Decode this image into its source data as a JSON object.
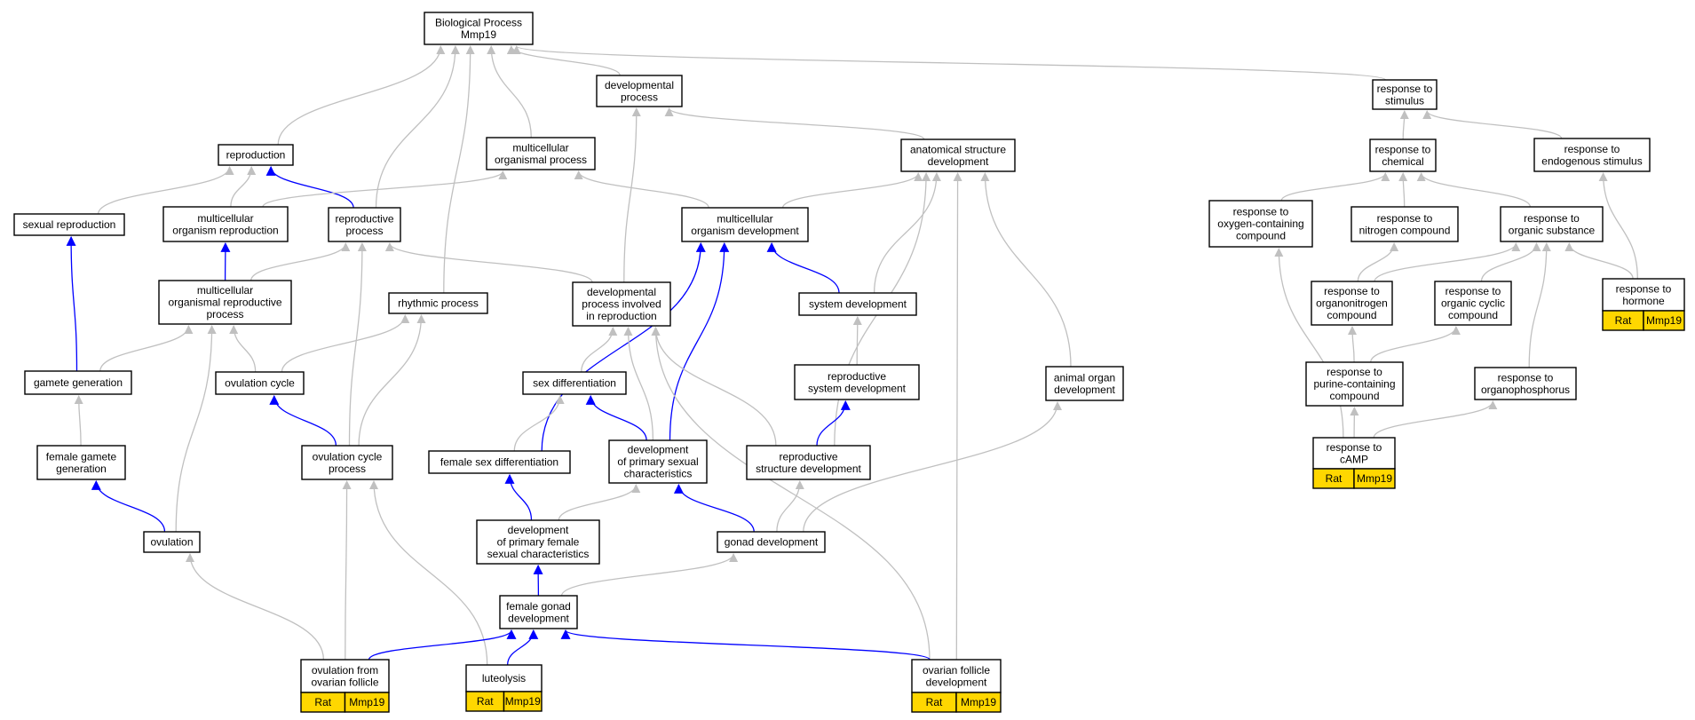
{
  "graph": {
    "colors": {
      "is_a_edge": "#c0c0c0",
      "part_of_edge": "#0000ff",
      "annotated_tag": "#ffd700",
      "node_border": "#000000",
      "background": "#ffffff"
    },
    "nodes": {
      "bp": {
        "lines": [
          "Biological Process",
          "Mmp19"
        ]
      },
      "dp": {
        "lines": [
          "developmental",
          "process"
        ]
      },
      "rts": {
        "lines": [
          "response to",
          "stimulus"
        ]
      },
      "rep": {
        "lines": [
          "reproduction"
        ]
      },
      "mop": {
        "lines": [
          "multicellular",
          "organismal process"
        ]
      },
      "asd": {
        "lines": [
          "anatomical structure",
          "development"
        ]
      },
      "rtc": {
        "lines": [
          "response to",
          "chemical"
        ]
      },
      "res": {
        "lines": [
          "response to",
          "endogenous stimulus"
        ]
      },
      "sr": {
        "lines": [
          "sexual reproduction"
        ]
      },
      "mor": {
        "lines": [
          "multicellular",
          "organism reproduction"
        ]
      },
      "rp": {
        "lines": [
          "reproductive",
          "process"
        ]
      },
      "mod": {
        "lines": [
          "multicellular",
          "organism development"
        ]
      },
      "rocc": {
        "lines": [
          "response to",
          "oxygen-containing",
          "compound"
        ]
      },
      "rnc": {
        "lines": [
          "response to",
          "nitrogen compound"
        ]
      },
      "ros": {
        "lines": [
          "response to",
          "organic substance"
        ]
      },
      "rth": {
        "lines": [
          "response to",
          "hormone"
        ],
        "tags": [
          "Rat",
          "Mmp19"
        ]
      },
      "morp": {
        "lines": [
          "multicellular",
          "organismal reproductive",
          "process"
        ]
      },
      "rhp": {
        "lines": [
          "rhythmic process"
        ]
      },
      "dpir": {
        "lines": [
          "developmental",
          "process involved",
          "in reproduction"
        ]
      },
      "sd": {
        "lines": [
          "system development"
        ]
      },
      "ronc": {
        "lines": [
          "response to",
          "organonitrogen",
          "compound"
        ]
      },
      "rocyc": {
        "lines": [
          "response to",
          "organic cyclic",
          "compound"
        ]
      },
      "gg": {
        "lines": [
          "gamete generation"
        ]
      },
      "oc": {
        "lines": [
          "ovulation cycle"
        ]
      },
      "sxd": {
        "lines": [
          "sex differentiation"
        ]
      },
      "rsd": {
        "lines": [
          "reproductive",
          "system development"
        ]
      },
      "aod": {
        "lines": [
          "animal organ",
          "development"
        ]
      },
      "rpcc": {
        "lines": [
          "response to",
          "purine-containing",
          "compound"
        ]
      },
      "rop": {
        "lines": [
          "response to",
          "organophosphorus"
        ]
      },
      "fgg": {
        "lines": [
          "female gamete",
          "generation"
        ]
      },
      "ocp": {
        "lines": [
          "ovulation cycle",
          "process"
        ]
      },
      "fsd": {
        "lines": [
          "female sex differentiation"
        ]
      },
      "dpsc": {
        "lines": [
          "development",
          "of primary sexual",
          "characteristics"
        ]
      },
      "rstd": {
        "lines": [
          "reproductive",
          "structure development"
        ]
      },
      "camp": {
        "lines": [
          "response to",
          "cAMP"
        ],
        "tags": [
          "Rat",
          "Mmp19"
        ]
      },
      "ov": {
        "lines": [
          "ovulation"
        ]
      },
      "dpfs": {
        "lines": [
          "development",
          "of primary female",
          "sexual characteristics"
        ]
      },
      "gd": {
        "lines": [
          "gonad development"
        ]
      },
      "fgd": {
        "lines": [
          "female gonad",
          "development"
        ]
      },
      "ovf": {
        "lines": [
          "ovulation from",
          "ovarian follicle"
        ],
        "tags": [
          "Rat",
          "Mmp19"
        ]
      },
      "lut": {
        "lines": [
          "luteolysis"
        ],
        "tags": [
          "Rat",
          "Mmp19"
        ]
      },
      "ofd": {
        "lines": [
          "ovarian follicle",
          "development"
        ],
        "tags": [
          "Rat",
          "Mmp19"
        ]
      }
    },
    "edges": [
      {
        "from": "dp",
        "to": "bp",
        "type": "is_a"
      },
      {
        "from": "rts",
        "to": "bp",
        "type": "is_a"
      },
      {
        "from": "rep",
        "to": "bp",
        "type": "is_a"
      },
      {
        "from": "mop",
        "to": "bp",
        "type": "is_a"
      },
      {
        "from": "rp",
        "to": "bp",
        "type": "is_a"
      },
      {
        "from": "rhp",
        "to": "bp",
        "type": "is_a"
      },
      {
        "from": "asd",
        "to": "dp",
        "type": "is_a"
      },
      {
        "from": "dpir",
        "to": "dp",
        "type": "is_a"
      },
      {
        "from": "rtc",
        "to": "rts",
        "type": "is_a"
      },
      {
        "from": "res",
        "to": "rts",
        "type": "is_a"
      },
      {
        "from": "sr",
        "to": "rep",
        "type": "is_a"
      },
      {
        "from": "mor",
        "to": "rep",
        "type": "is_a"
      },
      {
        "from": "rp",
        "to": "rep",
        "type": "part_of"
      },
      {
        "from": "mor",
        "to": "mop",
        "type": "is_a"
      },
      {
        "from": "mod",
        "to": "mop",
        "type": "is_a"
      },
      {
        "from": "mod",
        "to": "asd",
        "type": "is_a"
      },
      {
        "from": "sd",
        "to": "asd",
        "type": "is_a"
      },
      {
        "from": "rstd",
        "to": "asd",
        "type": "is_a"
      },
      {
        "from": "aod",
        "to": "asd",
        "type": "is_a"
      },
      {
        "from": "ofd",
        "to": "asd",
        "type": "is_a"
      },
      {
        "from": "rocc",
        "to": "rtc",
        "type": "is_a"
      },
      {
        "from": "rnc",
        "to": "rtc",
        "type": "is_a"
      },
      {
        "from": "ros",
        "to": "rtc",
        "type": "is_a"
      },
      {
        "from": "rth",
        "to": "res",
        "type": "is_a"
      },
      {
        "from": "gg",
        "to": "sr",
        "type": "part_of"
      },
      {
        "from": "morp",
        "to": "mor",
        "type": "part_of"
      },
      {
        "from": "morp",
        "to": "rp",
        "type": "is_a"
      },
      {
        "from": "ocp",
        "to": "rp",
        "type": "is_a"
      },
      {
        "from": "dpir",
        "to": "rp",
        "type": "is_a"
      },
      {
        "from": "fsd",
        "to": "mod",
        "type": "part_of"
      },
      {
        "from": "dpsc",
        "to": "mod",
        "type": "part_of"
      },
      {
        "from": "sd",
        "to": "mod",
        "type": "part_of"
      },
      {
        "from": "camp",
        "to": "rocc",
        "type": "is_a"
      },
      {
        "from": "ronc",
        "to": "rnc",
        "type": "is_a"
      },
      {
        "from": "ronc",
        "to": "ros",
        "type": "is_a"
      },
      {
        "from": "rocyc",
        "to": "ros",
        "type": "is_a"
      },
      {
        "from": "rth",
        "to": "ros",
        "type": "is_a"
      },
      {
        "from": "rop",
        "to": "ros",
        "type": "is_a"
      },
      {
        "from": "gg",
        "to": "morp",
        "type": "is_a"
      },
      {
        "from": "oc",
        "to": "morp",
        "type": "is_a"
      },
      {
        "from": "ov",
        "to": "morp",
        "type": "is_a"
      },
      {
        "from": "oc",
        "to": "rhp",
        "type": "is_a"
      },
      {
        "from": "ocp",
        "to": "rhp",
        "type": "is_a"
      },
      {
        "from": "sxd",
        "to": "dpir",
        "type": "is_a"
      },
      {
        "from": "dpsc",
        "to": "dpir",
        "type": "is_a"
      },
      {
        "from": "rstd",
        "to": "dpir",
        "type": "is_a"
      },
      {
        "from": "ofd",
        "to": "dpir",
        "type": "is_a"
      },
      {
        "from": "rsd",
        "to": "sd",
        "type": "is_a"
      },
      {
        "from": "rpcc",
        "to": "ronc",
        "type": "is_a"
      },
      {
        "from": "rpcc",
        "to": "rocyc",
        "type": "is_a"
      },
      {
        "from": "fgg",
        "to": "gg",
        "type": "is_a"
      },
      {
        "from": "ocp",
        "to": "oc",
        "type": "part_of"
      },
      {
        "from": "fsd",
        "to": "sxd",
        "type": "is_a"
      },
      {
        "from": "dpsc",
        "to": "sxd",
        "type": "part_of"
      },
      {
        "from": "rstd",
        "to": "rsd",
        "type": "part_of"
      },
      {
        "from": "gd",
        "to": "aod",
        "type": "is_a"
      },
      {
        "from": "camp",
        "to": "rpcc",
        "type": "is_a"
      },
      {
        "from": "camp",
        "to": "rop",
        "type": "is_a"
      },
      {
        "from": "ov",
        "to": "fgg",
        "type": "part_of"
      },
      {
        "from": "ovf",
        "to": "ocp",
        "type": "is_a"
      },
      {
        "from": "lut",
        "to": "ocp",
        "type": "is_a"
      },
      {
        "from": "dpfs",
        "to": "fsd",
        "type": "part_of"
      },
      {
        "from": "dpfs",
        "to": "dpsc",
        "type": "is_a"
      },
      {
        "from": "gd",
        "to": "dpsc",
        "type": "part_of"
      },
      {
        "from": "gd",
        "to": "rstd",
        "type": "is_a"
      },
      {
        "from": "ovf",
        "to": "ov",
        "type": "is_a"
      },
      {
        "from": "fgd",
        "to": "dpfs",
        "type": "part_of"
      },
      {
        "from": "fgd",
        "to": "gd",
        "type": "is_a"
      },
      {
        "from": "ovf",
        "to": "fgd",
        "type": "part_of"
      },
      {
        "from": "lut",
        "to": "fgd",
        "type": "part_of"
      },
      {
        "from": "ofd",
        "to": "fgd",
        "type": "part_of"
      }
    ]
  }
}
